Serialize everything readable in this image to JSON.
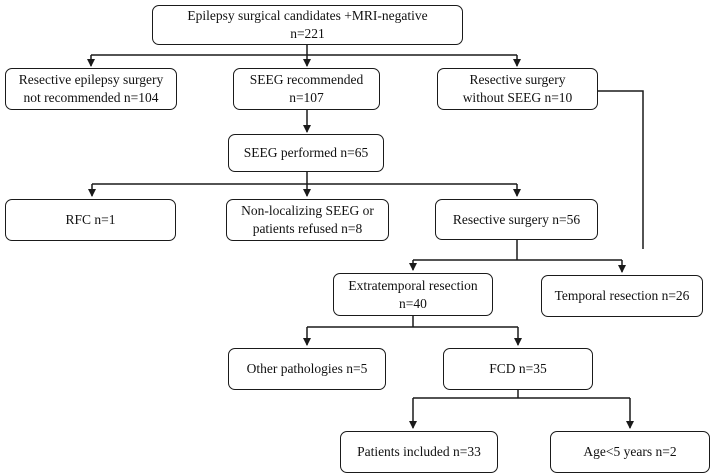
{
  "diagram": {
    "nodes": {
      "root": {
        "line1": "Epilepsy surgical candidates +MRI-negative",
        "line2": "n=221"
      },
      "not_recommended": {
        "line1": "Resective epilepsy surgery",
        "line2": "not recommended n=104"
      },
      "seeg_recommended": {
        "line1": "SEEG recommended",
        "line2": "n=107"
      },
      "resective_without_seeg": {
        "line1": "Resective surgery",
        "line2": "without SEEG n=10"
      },
      "seeg_performed": {
        "line1": "SEEG performed n=65"
      },
      "rfc": {
        "line1": "RFC n=1"
      },
      "non_localizing": {
        "line1": "Non-localizing SEEG or",
        "line2": "patients refused n=8"
      },
      "resective_surgery": {
        "line1": "Resective surgery n=56"
      },
      "extratemporal": {
        "line1": "Extratemporal resection",
        "line2": "n=40"
      },
      "temporal": {
        "line1": "Temporal resection n=26"
      },
      "other_pathologies": {
        "line1": "Other pathologies n=5"
      },
      "fcd": {
        "line1": "FCD n=35"
      },
      "included": {
        "line1": "Patients included n=33"
      },
      "age_under5": {
        "line1": "Age<5 years n=2"
      }
    },
    "line_color": "#1a1a1a"
  }
}
